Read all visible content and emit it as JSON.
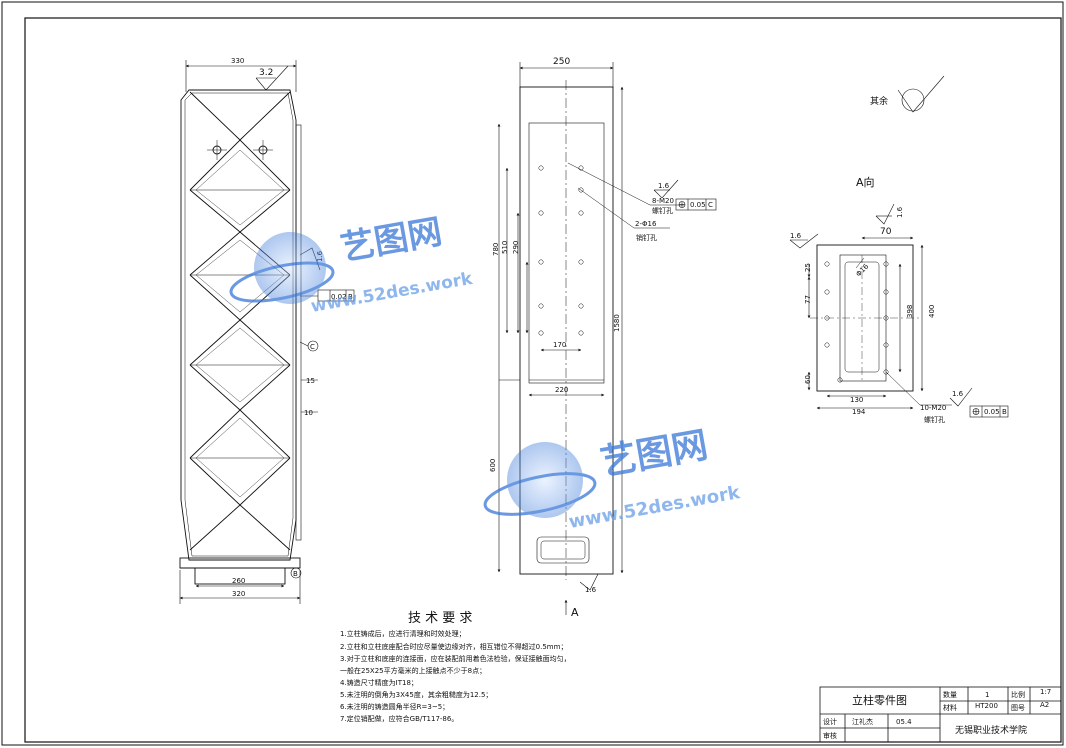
{
  "dims": {
    "front_top": "330",
    "front_bottom_inner": "260",
    "front_bottom_outer": "320",
    "side_15": "15",
    "side_10": "10",
    "mid_top": "250",
    "mid_780": "780",
    "mid_510": "510",
    "mid_290": "290",
    "mid_170": "170",
    "mid_220": "220",
    "mid_1580": "1580",
    "mid_600": "600",
    "a_70": "70",
    "a_25": "25",
    "a_77": "77",
    "a_60": "60",
    "a_130": "130",
    "a_194": "194",
    "a_398": "398",
    "a_400": "400"
  },
  "roughness": {
    "r32": "3.2",
    "r16": "1.6",
    "other_label": "其余"
  },
  "tolerances": {
    "front_flatness": "0.02",
    "front_flatness_datum": "B",
    "front_datum": "C",
    "mid_position": "0.05",
    "mid_position_datum": "C",
    "a_position": "0.05",
    "a_position_datum": "B"
  },
  "holes": {
    "mid_thread": "8-M20",
    "mid_thread_name": "螺钉孔",
    "mid_pin": "2-Φ16",
    "mid_pin_name": "销钉孔",
    "a_thread": "10-M20",
    "a_thread_name": "螺钉孔",
    "a_slot": "Φ16"
  },
  "views": {
    "a_view_title": "A向",
    "a_arrow_label": "A"
  },
  "notes": {
    "title": "技 术 要 求",
    "items": [
      "1.立柱铸成后，应进行清理和时效处理；",
      "2.立柱和立柱底座配合时应尽量使边缘对齐，相互错位不得超过0.5mm；",
      "3.对于立柱和底座的连接面，应在装配前用着色法检验，保证接触面均匀，",
      "  一般在25X25平方毫米的上接触点不少于8点；",
      "4.铸造尺寸精度为IT18；",
      "5.未注明的倒角为3X45度，其余粗糙度为12.5；",
      "6.未注明的铸造圆角半径R=3~5；",
      "7.定位销配做，应符合GB/T117-86。"
    ]
  },
  "title_block": {
    "part_name": "立柱零件图",
    "qty_label": "数量",
    "qty_value": "1",
    "scale_label": "比例",
    "scale_value": "1:7",
    "material_label": "材料",
    "material_value": "HT200",
    "drawing_no_label": "图号",
    "drawing_no_value": "A2",
    "design_label": "设计",
    "designer": "江礼杰",
    "date": "05.4",
    "check_label": "审核",
    "school": "无锡职业技术学院"
  },
  "watermark": {
    "brand": "艺图网",
    "url": "www.52des.work"
  },
  "colors": {
    "line": "#111111",
    "watermark": "#3a78d8"
  }
}
